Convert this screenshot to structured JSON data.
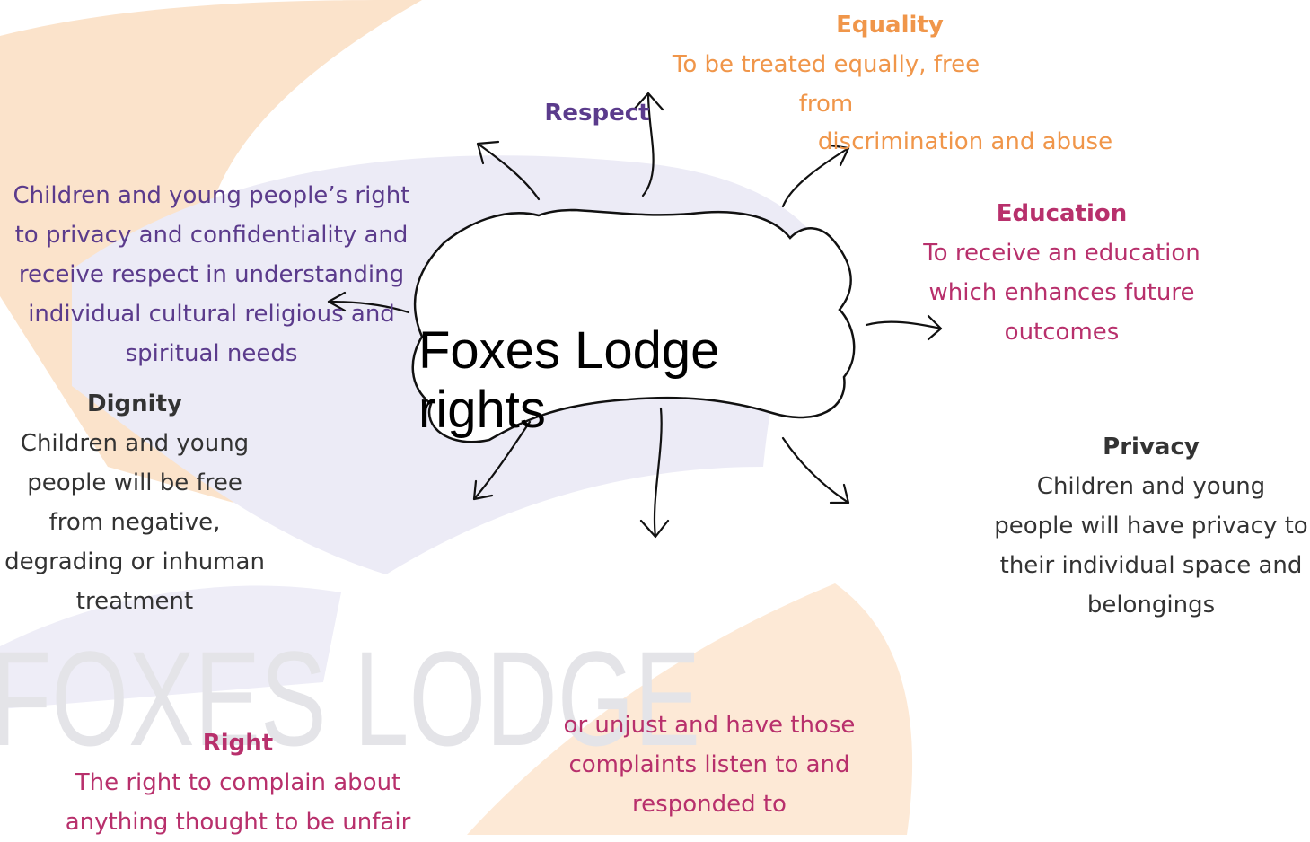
{
  "watermark": "FOXES LODGE",
  "colors": {
    "purple": "#5b3b8c",
    "orange": "#f0964a",
    "magenta": "#b8306c",
    "dark": "#333333",
    "watermark_orange": "#fbe3cb",
    "watermark_blue": "#e9e8f5",
    "watermark_text": "#e4e4e8"
  },
  "center": {
    "line1": "Foxes Lodge",
    "line2": "rights"
  },
  "equality": {
    "heading": "Equality",
    "lines": [
      "To be treated equally, free",
      "from",
      "discrimination and abuse"
    ]
  },
  "respect": {
    "heading": "Respect",
    "lines": [
      "Children and young people’s right",
      "to privacy and confidentiality and",
      "receive respect in understanding",
      "individual cultural religious and",
      "spiritual needs"
    ]
  },
  "education": {
    "heading": "Education",
    "lines": [
      "To receive an education",
      "which enhances future",
      "outcomes"
    ]
  },
  "dignity": {
    "heading": "Dignity",
    "lines": [
      "Children and young",
      "people will be free",
      "from negative,",
      "degrading or inhuman",
      "treatment"
    ]
  },
  "privacy": {
    "heading": "Privacy",
    "lines": [
      "Children and young",
      "people will have privacy to",
      "their individual space and",
      "belongings"
    ]
  },
  "right": {
    "heading": "Right",
    "lines_left": [
      "The right to complain about",
      "anything thought to be unfair"
    ],
    "lines_right": [
      "or unjust and have those",
      "complaints listen to and",
      "responded to"
    ]
  }
}
